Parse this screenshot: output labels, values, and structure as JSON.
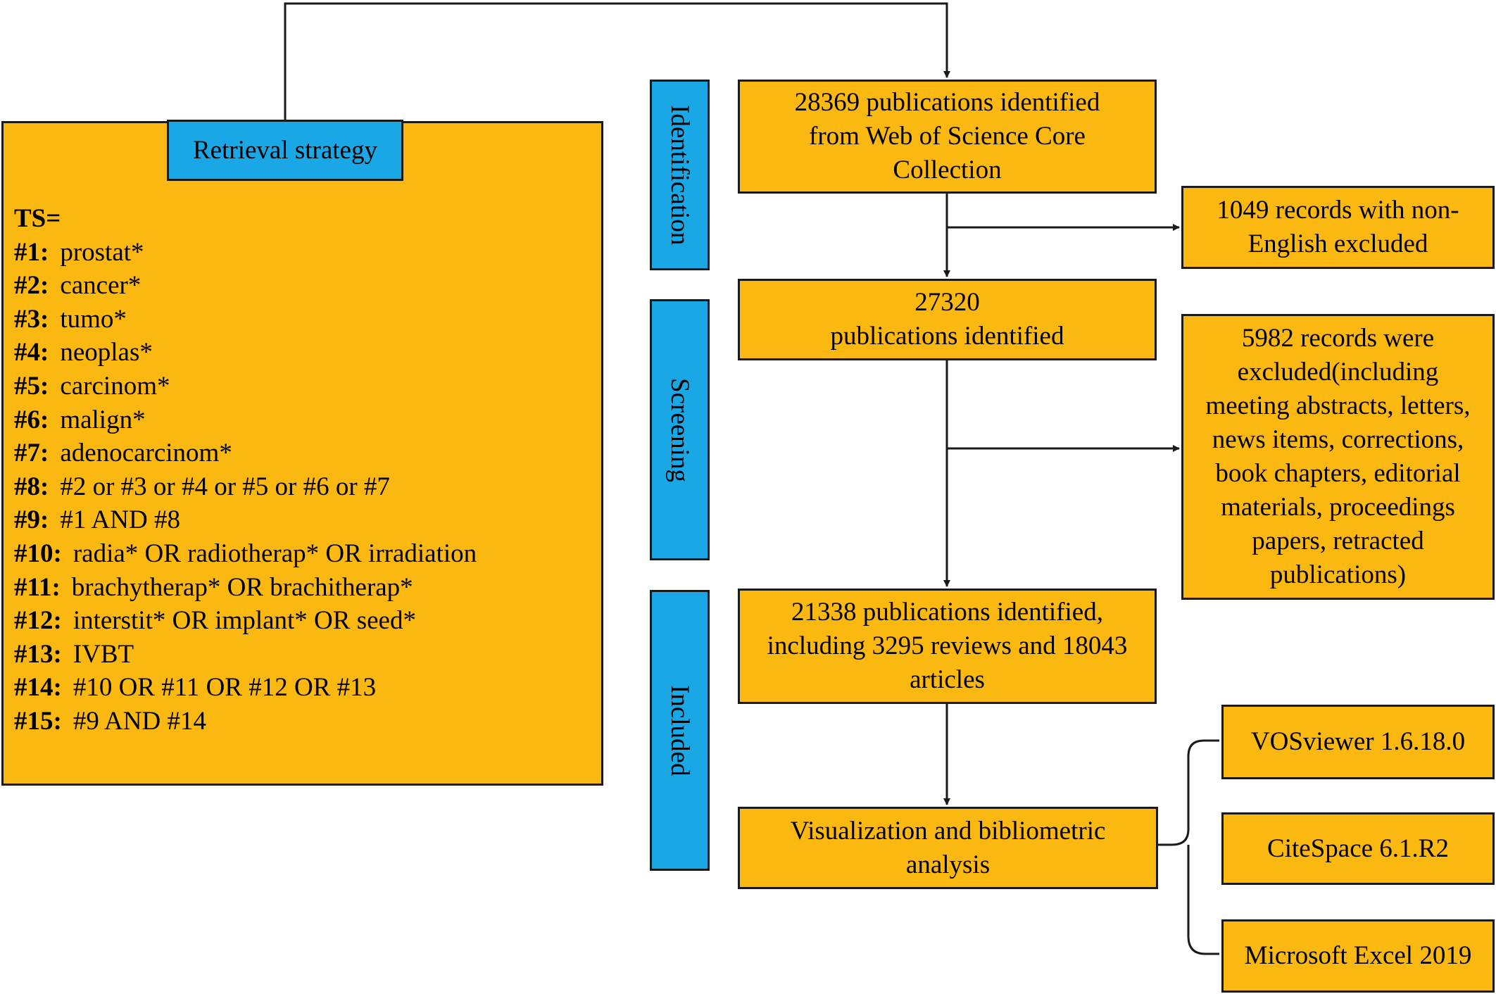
{
  "retrieval": {
    "title": "Retrieval strategy",
    "ts_label": "TS=",
    "queries": [
      {
        "num": "#1:",
        "text": "prostat*"
      },
      {
        "num": "#2:",
        "text": "cancer*"
      },
      {
        "num": "#3:",
        "text": "tumo*"
      },
      {
        "num": "#4:",
        "text": "neoplas*"
      },
      {
        "num": "#5:",
        "text": "carcinom*"
      },
      {
        "num": "#6:",
        "text": "malign*"
      },
      {
        "num": "#7:",
        "text": "adenocarcinom*"
      },
      {
        "num": "#8:",
        "text": "#2 or #3 or #4 or #5 or #6 or #7"
      },
      {
        "num": "#9:",
        "text": "#1 AND #8"
      },
      {
        "num": "#10:",
        "text": "radia* OR radiotherap* OR irradiation"
      },
      {
        "num": "#11:",
        "text": "brachytherap* OR brachitherap*"
      },
      {
        "num": "#12:",
        "text": "interstit* OR implant* OR seed*"
      },
      {
        "num": "#13:",
        "text": "IVBT"
      },
      {
        "num": "#14:",
        "text": "#10 OR #11 OR #12 OR #13"
      },
      {
        "num": "#15:",
        "text": "#9 AND #14"
      }
    ]
  },
  "stages": {
    "identification": "Identification",
    "screening": "Screening",
    "included": "Included"
  },
  "flow": {
    "identified": [
      "28369 publications identified",
      "from Web of Science Core",
      "Collection"
    ],
    "excluded_language": [
      "1049 records with non-",
      "English excluded"
    ],
    "screened": [
      "27320",
      "publications identified"
    ],
    "excluded_types": [
      "5982 records were",
      "excluded(including",
      "meeting abstracts, letters,",
      "news items, corrections,",
      "book chapters, editorial",
      "materials, proceedings",
      "papers, retracted",
      "publications)"
    ],
    "included": [
      "21338 publications identified,",
      "including 3295 reviews and 18043",
      "articles"
    ],
    "analysis": [
      "Visualization and bibliometric",
      "analysis"
    ]
  },
  "tools": [
    "VOSviewer 1.6.18.0",
    "CiteSpace 6.1.R2",
    "Microsoft Excel 2019"
  ],
  "colors": {
    "box_fill": "#fbb810",
    "stage_fill": "#19a7e6",
    "stroke": "#1a1a1a"
  }
}
